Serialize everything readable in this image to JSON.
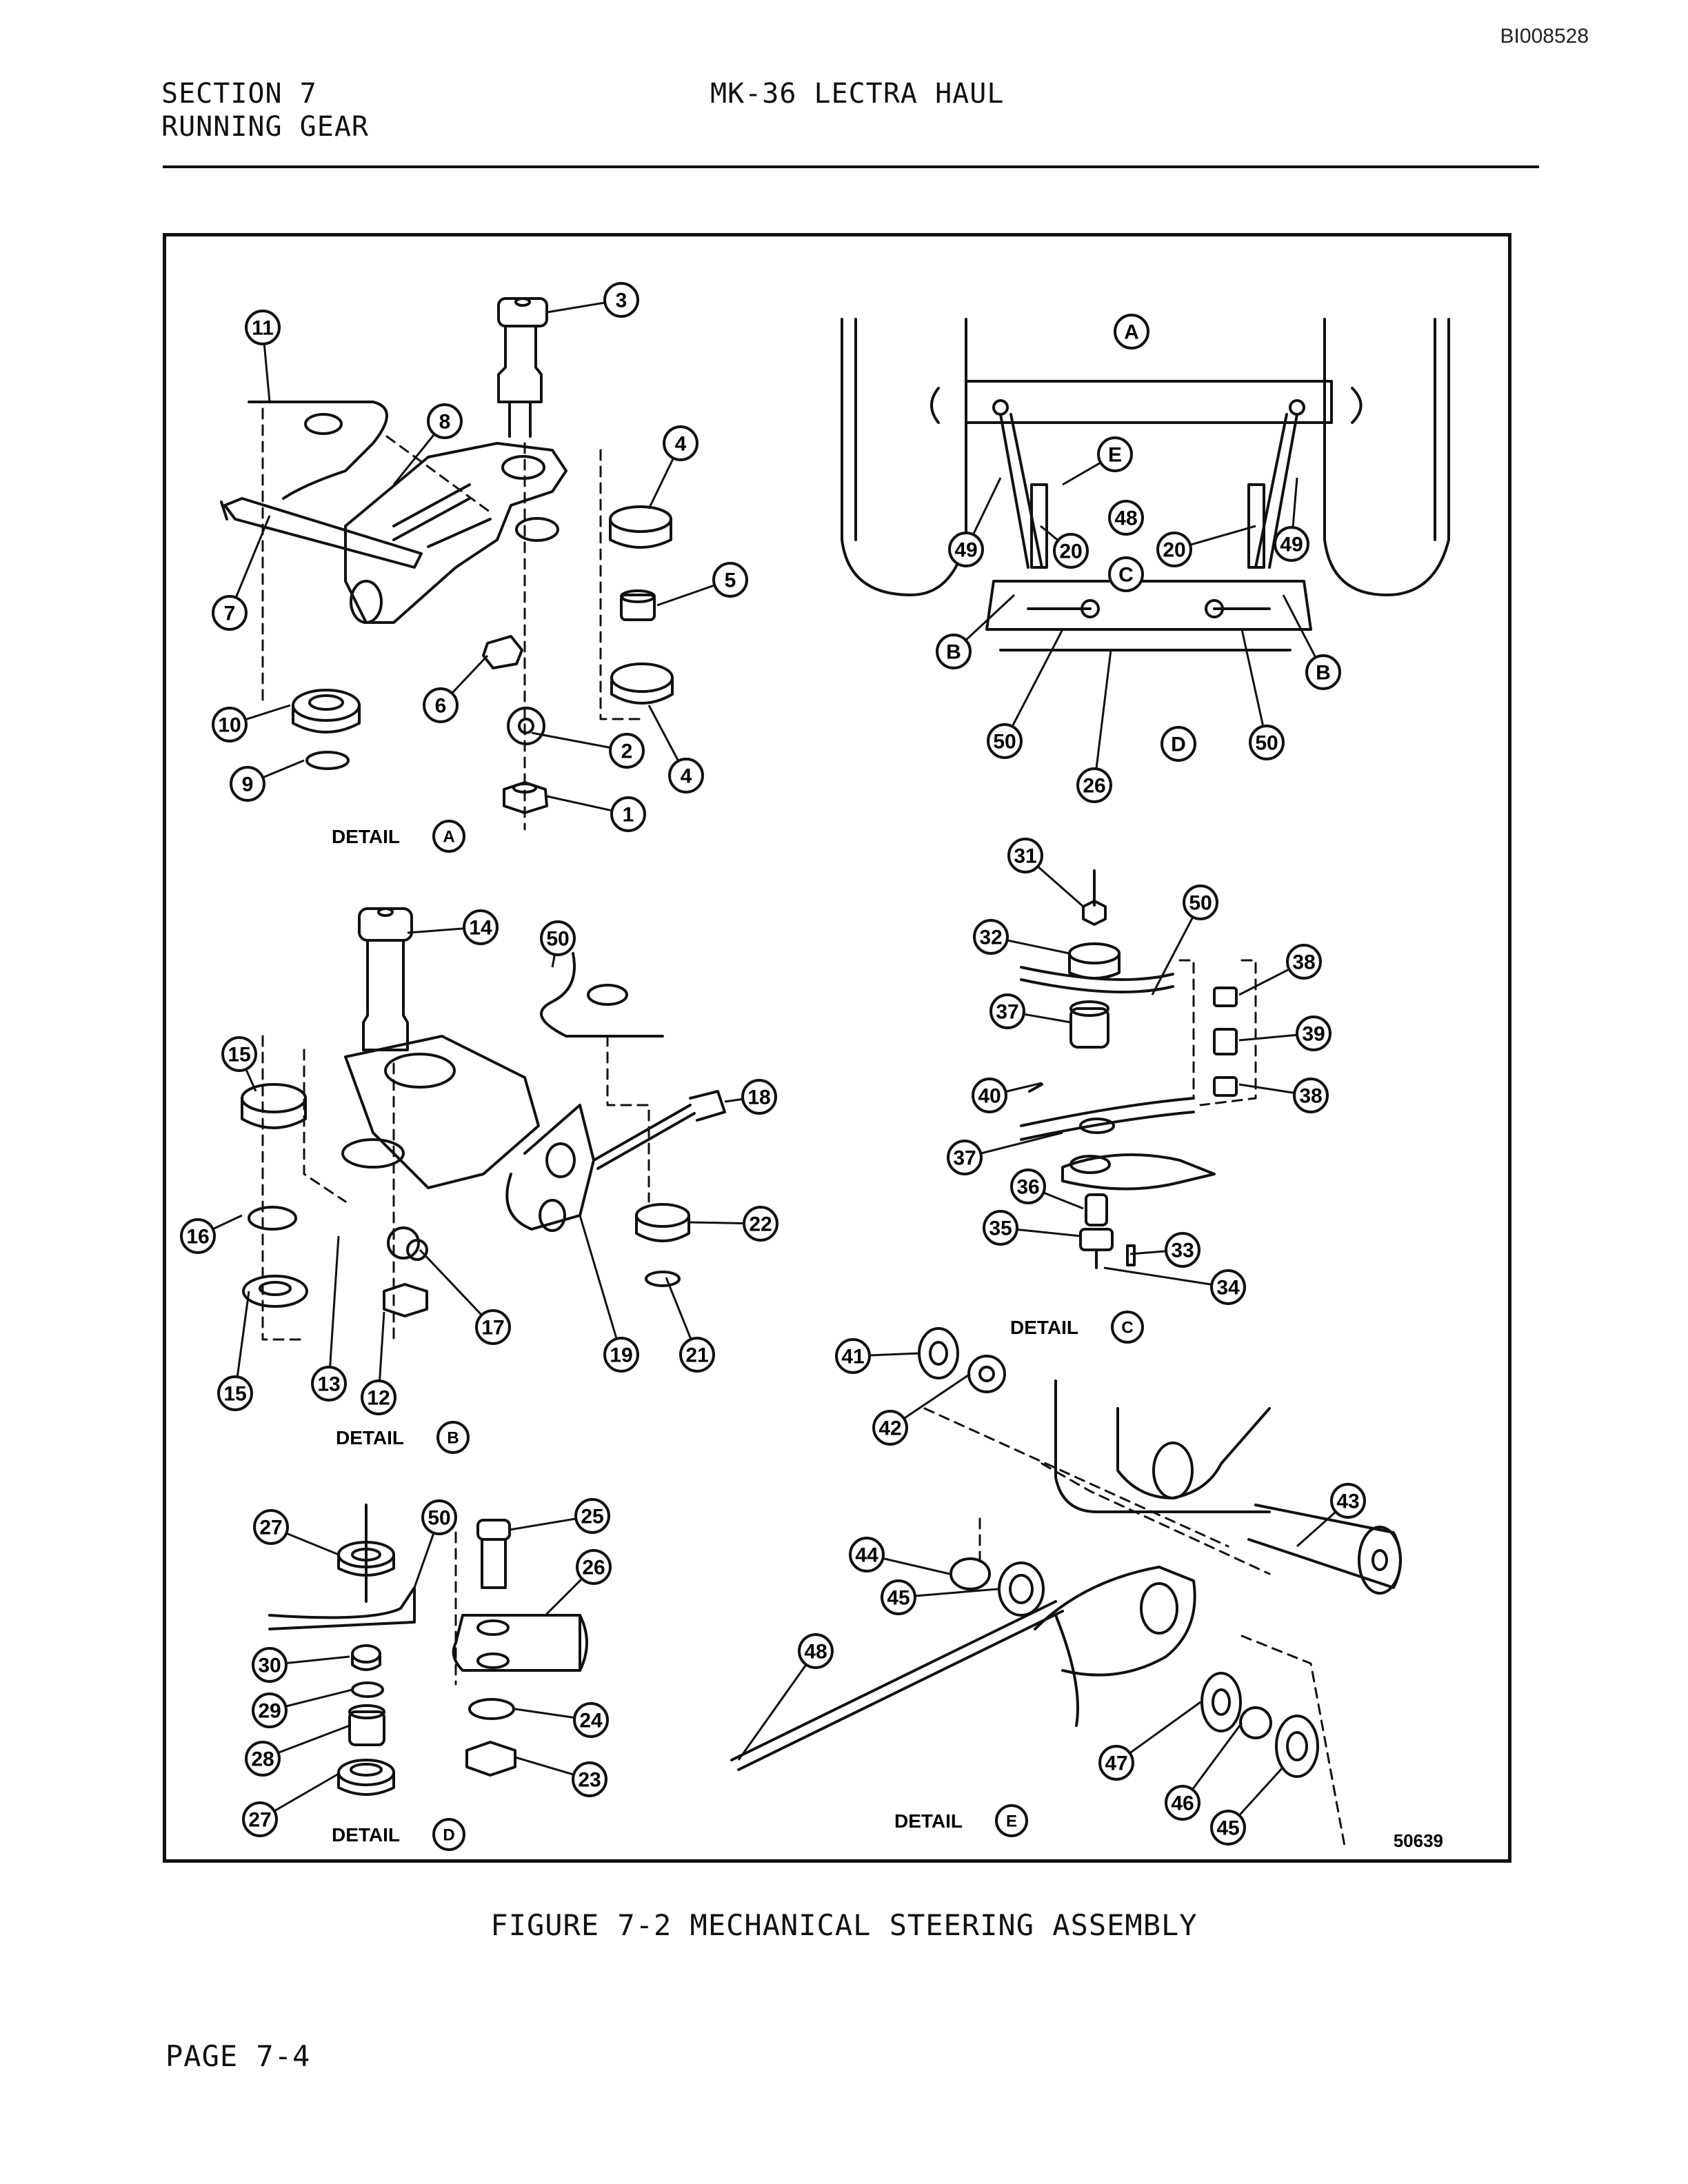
{
  "doc_id": "BI008528",
  "header": {
    "section": "SECTION 7",
    "section_title": "RUNNING GEAR",
    "manual_title": "MK-36 LECTRA HAUL"
  },
  "figure": {
    "caption": "FIGURE 7-2  MECHANICAL STEERING ASSEMBLY",
    "drawing_number": "50639",
    "detail_word": "DETAIL",
    "details": [
      "A",
      "B",
      "C",
      "D",
      "E"
    ],
    "callouts": {
      "overview": [
        "A",
        "E",
        "48",
        "49",
        "49",
        "20",
        "20",
        "C",
        "B",
        "B",
        "50",
        "D",
        "50",
        "26"
      ],
      "detail_a": [
        "11",
        "3",
        "8",
        "4",
        "5",
        "7",
        "6",
        "2",
        "4",
        "10",
        "9",
        "1"
      ],
      "detail_b": [
        "14",
        "50",
        "15",
        "18",
        "16",
        "22",
        "17",
        "21",
        "19",
        "13",
        "12",
        "15"
      ],
      "detail_c": [
        "31",
        "50",
        "32",
        "38",
        "37",
        "39",
        "40",
        "38",
        "37",
        "36",
        "35",
        "33",
        "34"
      ],
      "detail_d": [
        "27",
        "50",
        "25",
        "26",
        "30",
        "29",
        "28",
        "24",
        "23",
        "27"
      ],
      "detail_e": [
        "41",
        "42",
        "43",
        "44",
        "45",
        "48",
        "47",
        "46",
        "45"
      ]
    }
  },
  "page": "PAGE 7-4"
}
